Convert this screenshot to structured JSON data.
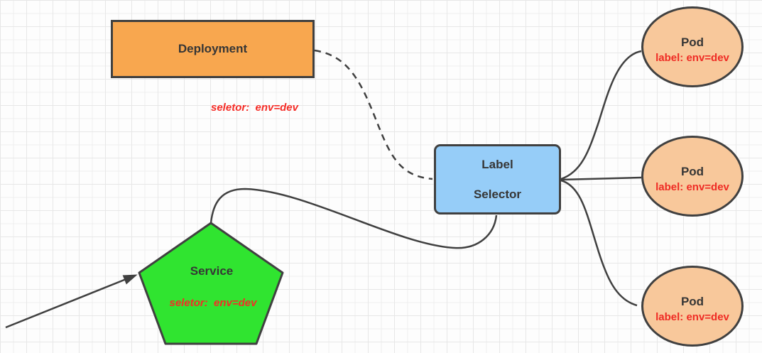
{
  "nodes": {
    "deployment": {
      "label": "Deployment",
      "annotation": "seletor:  env=dev"
    },
    "label_selector": {
      "line1": "Label",
      "line2": "Selector"
    },
    "service": {
      "label": "Service",
      "annotation": "seletor:  env=dev"
    },
    "pods": [
      {
        "label": "Pod",
        "sublabel": "label: env=dev"
      },
      {
        "label": "Pod",
        "sublabel": "label: env=dev"
      },
      {
        "label": "Pod",
        "sublabel": "label: env=dev"
      }
    ]
  },
  "edges": [
    {
      "from": "Deployment",
      "to": "Label Selector",
      "style": "dashed-curve"
    },
    {
      "from": "Service",
      "to": "Label Selector",
      "style": "solid-curve"
    },
    {
      "from": "Label Selector",
      "to": "Pod 1",
      "style": "solid-curve"
    },
    {
      "from": "Label Selector",
      "to": "Pod 2",
      "style": "solid-line"
    },
    {
      "from": "Label Selector",
      "to": "Pod 3",
      "style": "solid-curve"
    },
    {
      "from": "off-canvas",
      "to": "Service",
      "style": "solid-arrow"
    }
  ],
  "colors": {
    "deployment_fill": "#F8A74F",
    "selector_fill": "#96CDF8",
    "service_fill": "#30E430",
    "pod_fill": "#F8C89B",
    "annotation_red": "#F52C26",
    "shape_border": "#404040",
    "edge_stroke": "#404040",
    "grid_line": "#EFEFEF",
    "background": "#FDFDFD"
  }
}
